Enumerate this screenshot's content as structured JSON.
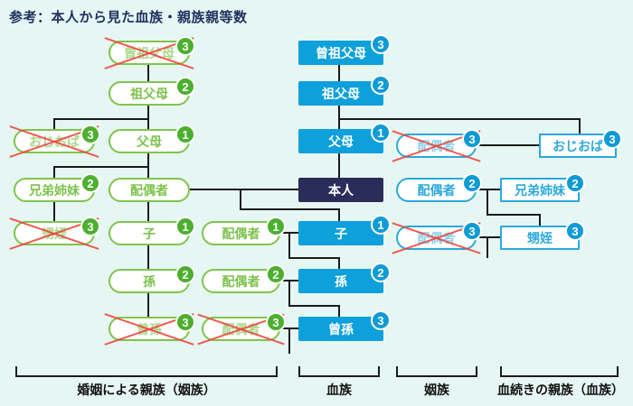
{
  "title": "参考：本人から見た血族・親族親等数",
  "colors": {
    "background": "#e6f6f3",
    "green_border": "#7fc44c",
    "green_badge": "#4cb02f",
    "blue_fill": "#0da0da",
    "blue_badge": "#0f9bd6",
    "navy_fill": "#2a2c5a",
    "cross_red": "#ec3e32",
    "line_black": "#1b1b1b"
  },
  "nodes": {
    "g_sosofubo": {
      "label": "曾祖父母",
      "degree": "3",
      "crossed": true
    },
    "g_sofubo": {
      "label": "祖父母",
      "degree": "2",
      "crossed": false
    },
    "g_ojioba": {
      "label": "おじおば",
      "degree": "3",
      "crossed": true
    },
    "g_fubo": {
      "label": "父母",
      "degree": "1",
      "crossed": false
    },
    "g_kyodai": {
      "label": "兄弟姉妹",
      "degree": "2",
      "crossed": false
    },
    "g_haigusha": {
      "label": "配偶者",
      "degree": "",
      "crossed": false
    },
    "g_oimei": {
      "label": "甥姪",
      "degree": "3",
      "crossed": true
    },
    "g_ko": {
      "label": "子",
      "degree": "1",
      "crossed": false
    },
    "g_haigusha_ko": {
      "label": "配偶者",
      "degree": "1",
      "crossed": false
    },
    "g_mago": {
      "label": "孫",
      "degree": "2",
      "crossed": false
    },
    "g_haigusha_mago": {
      "label": "配偶者",
      "degree": "2",
      "crossed": false
    },
    "g_himago": {
      "label": "曾孫",
      "degree": "3",
      "crossed": true
    },
    "g_haigusha_himago": {
      "label": "配偶者",
      "degree": "3",
      "crossed": true
    },
    "b_sosofubo": {
      "label": "曾祖父母",
      "degree": "3",
      "crossed": false
    },
    "b_sofubo": {
      "label": "祖父母",
      "degree": "2",
      "crossed": false
    },
    "b_fubo": {
      "label": "父母",
      "degree": "1",
      "crossed": false
    },
    "b_honnin": {
      "label": "本人",
      "degree": "",
      "crossed": false
    },
    "b_ko": {
      "label": "子",
      "degree": "1",
      "crossed": false
    },
    "b_mago": {
      "label": "孫",
      "degree": "2",
      "crossed": false
    },
    "b_himago": {
      "label": "曾孫",
      "degree": "3",
      "crossed": false
    },
    "r_haigusha_ojioba": {
      "label": "配偶者",
      "degree": "3",
      "crossed": true
    },
    "r_ojioba": {
      "label": "おじおば",
      "degree": "3",
      "crossed": false
    },
    "r_haigusha_kyodai": {
      "label": "配偶者",
      "degree": "2",
      "crossed": false
    },
    "r_kyodai": {
      "label": "兄弟姉妹",
      "degree": "2",
      "crossed": false
    },
    "r_haigusha_oimei": {
      "label": "配偶者",
      "degree": "3",
      "crossed": true
    },
    "r_oimei": {
      "label": "甥姪",
      "degree": "3",
      "crossed": false
    }
  },
  "groups": {
    "inzoku_left": {
      "label": "婚姻による親族（姻族）"
    },
    "kezoku": {
      "label": "血族"
    },
    "inzoku": {
      "label": "姻族"
    },
    "kezoku_right": {
      "label": "血続きの親族（血族）"
    }
  }
}
